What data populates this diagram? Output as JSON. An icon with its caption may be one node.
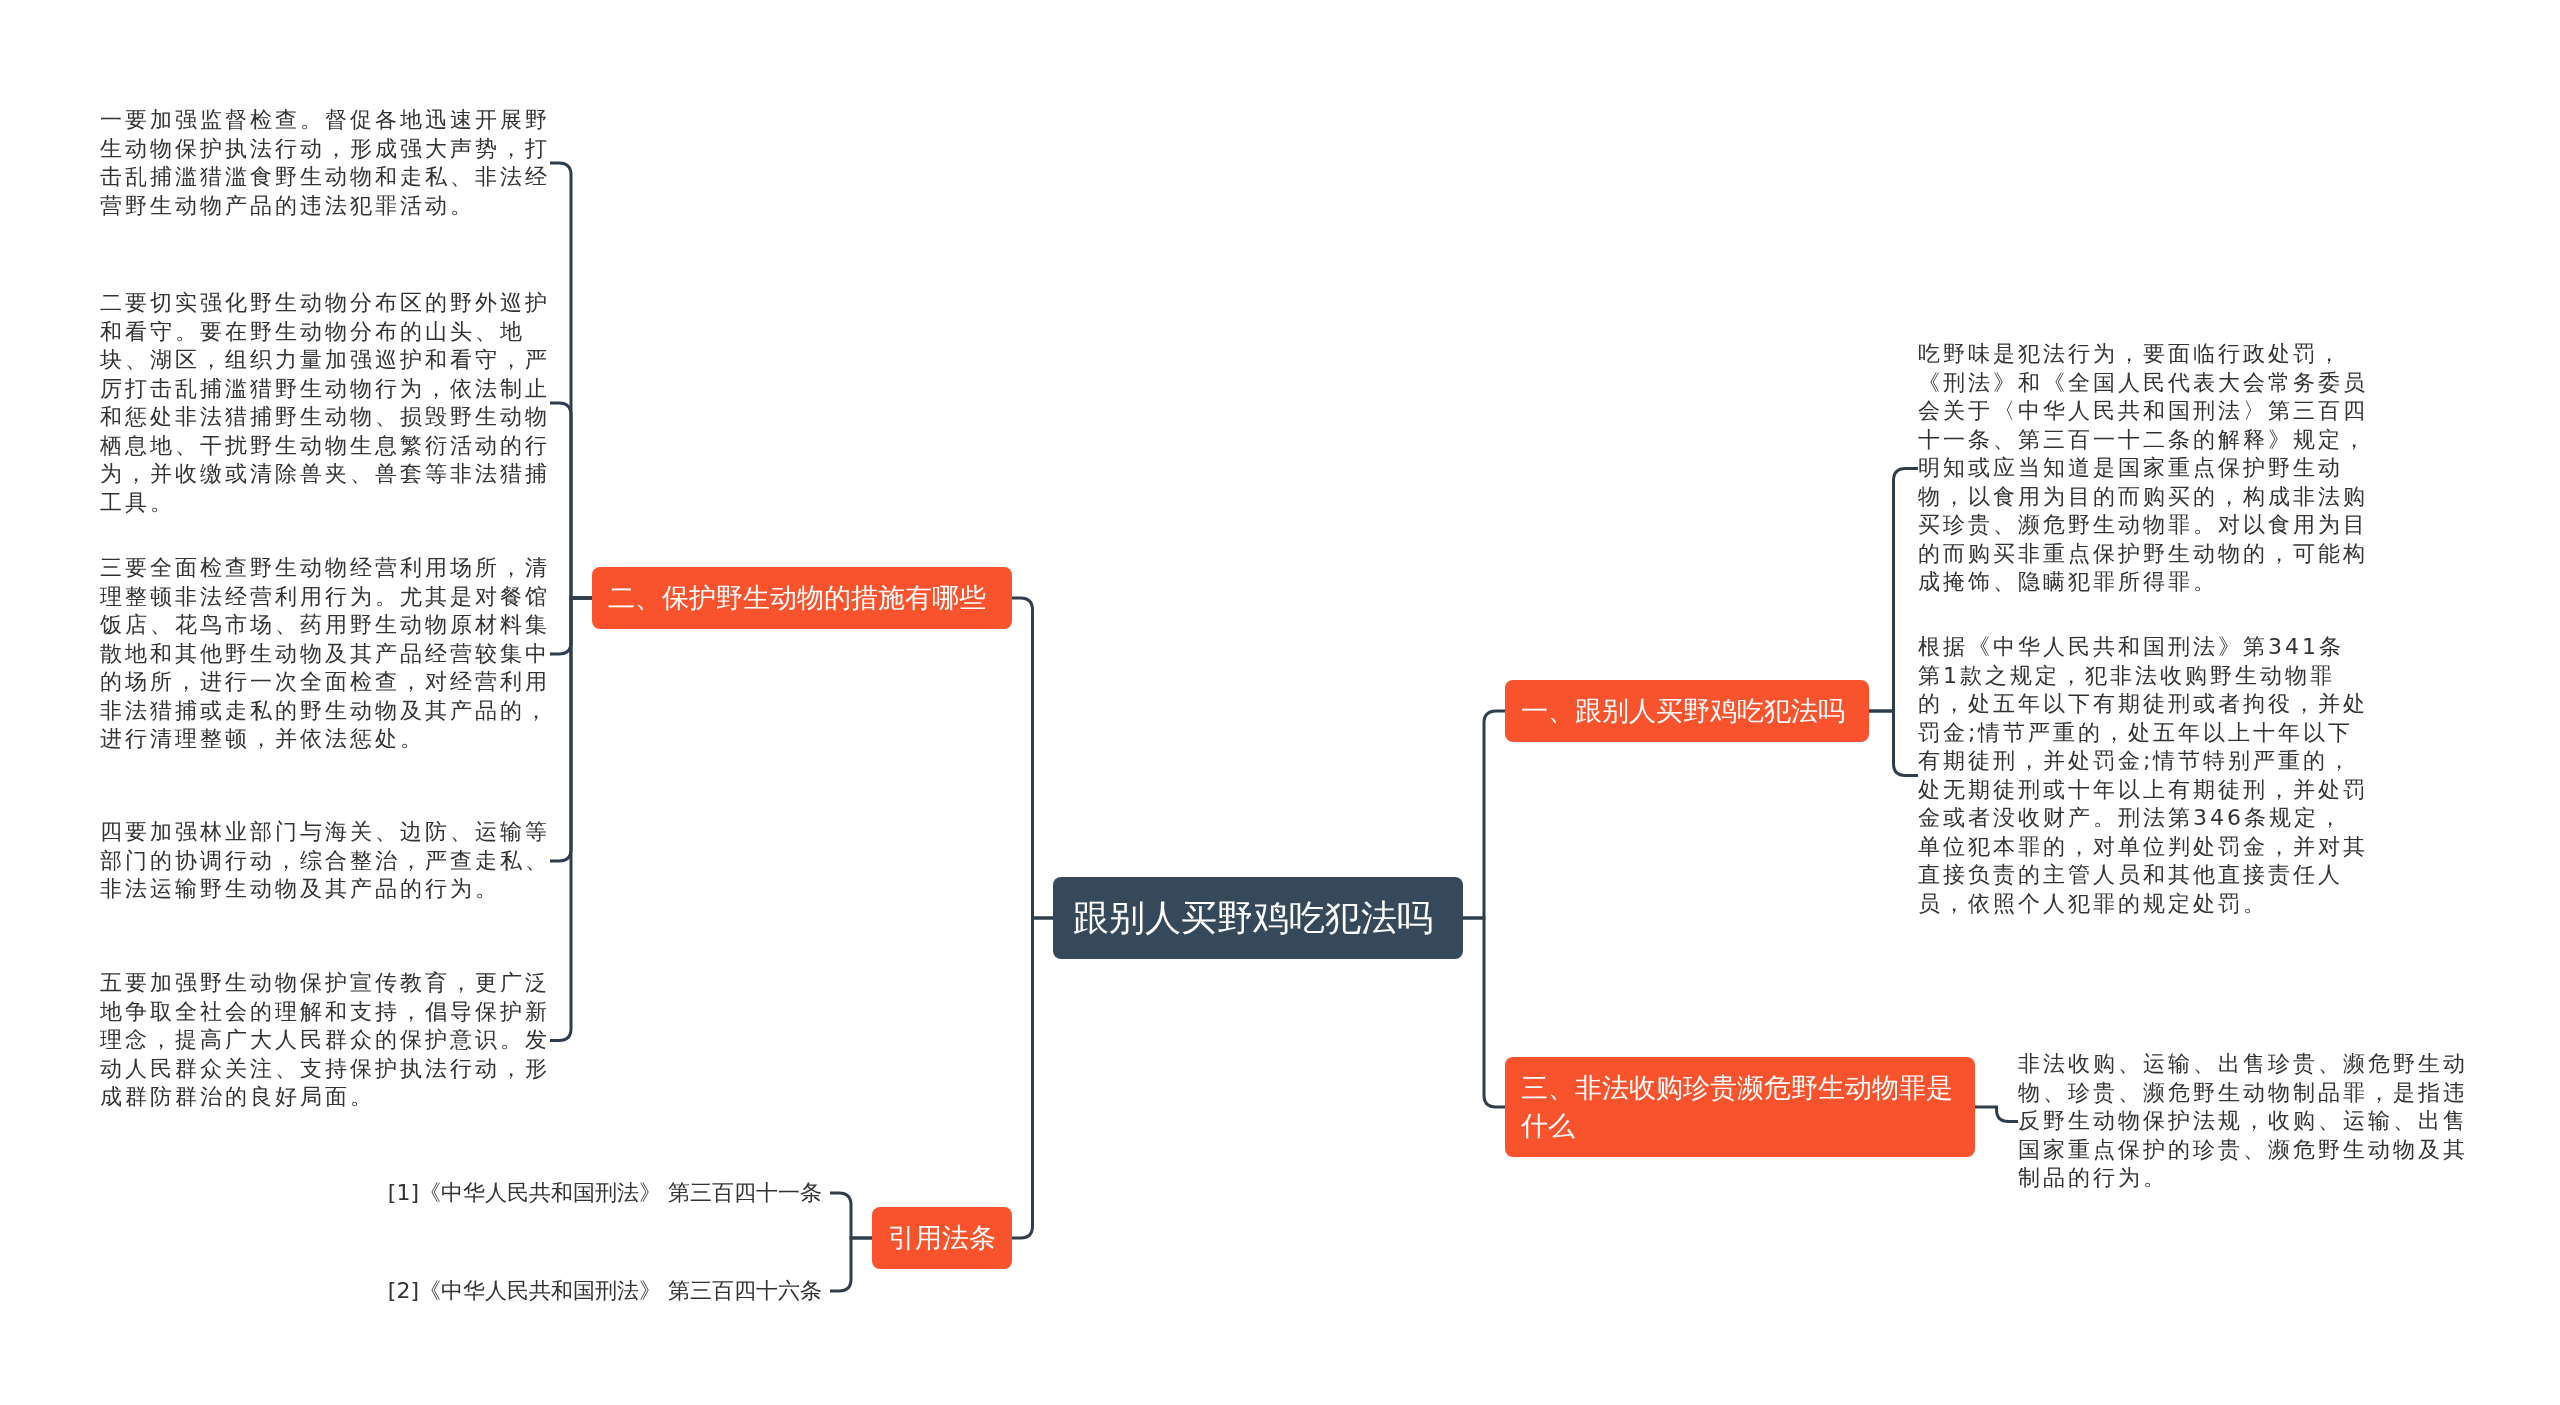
{
  "diagram": {
    "nodes": [
      {
        "text": [
          "跟别人买野鸡吃犯法吗"
        ]
      },
      {
        "text": [
          "一、跟别人买野鸡吃犯法吗"
        ]
      },
      {
        "text": [
          "吃野味是犯法行为，要面临行政处罚，《刑法》和《全国人民代表大会常务委员会关于〈中华人民共和国刑法〉第三百四十一条、第三百一十二条的解释》规定，明知或应当知道是国家重点保护野生动物，以食用为目的而购买的，构成非法购买珍贵、濒危野生动物罪。对以食用为目的而购买非重点保护野生动物的，可能构成掩饰、隐瞒犯罪所得罪。"
        ]
      },
      {
        "text": [
          "根据《中华人民共和国刑法》第341条第1款之规定，犯非法收购野生动物罪的，处五年以下有期徒刑或者拘役，并处罚金;情节严重的，处五年以上十年以下有期徒刑，并处罚金;情节特别严重的，处无期徒刑或十年以上有期徒刑，并处罚金或者没收财产。刑法第346条规定，单位犯本罪的，对单位判处罚金，并对其直接负责的主管人员和其他直接责任人员，依照个人犯罪的规定处罚。"
        ]
      },
      {
        "text": [
          "三、非法收购珍贵濒危野生动物罪是什么"
        ]
      },
      {
        "text": [
          "非法收购、运输、出售珍贵、濒危野生动物、珍贵、濒危野生动物制品罪，是指违反野生动物保护法规，收购、运输、出售国家重点保护的珍贵、濒危野生动物及其制品的行为。"
        ]
      },
      {
        "text": [
          "二、保护野生动物的措施有哪些"
        ]
      },
      {
        "text": [
          "一要加强监督检查。督促各地迅速开展野生动物保护执法行动，形成强大声势，打击乱捕滥猎滥食野生动物和走私、非法经营野生动物产品的违法犯罪活动。"
        ]
      },
      {
        "text": [
          "二要切实强化野生动物分布区的野外巡护和看守。要在野生动物分布的山头、地块、湖区，组织力量加强巡护和看守，严厉打击乱捕滥猎野生动物行为，依法制止和惩处非法猎捕野生动物、损毁野生动物栖息地、干扰野生动物生息繁衍活动的行为，并收缴或清除兽夹、兽套等非法猎捕工具。"
        ]
      },
      {
        "text": [
          "三要全面检查野生动物经营利用场所，清理整顿非法经营利用行为。尤其是对餐馆饭店、花鸟市场、药用野生动物原材料集散地和其他野生动物及其产品经营较集中的场所，进行一次全面检查，对经营利用非法猎捕或走私的野生动物及其产品的，进行清理整顿，并依法惩处。"
        ]
      },
      {
        "text": [
          "四要加强林业部门与海关、边防、运输等部门的协调行动，综合整治，严查走私、非法运输野生动物及其产品的行为。"
        ]
      },
      {
        "text": [
          "五要加强野生动物保护宣传教育，更广泛地争取全社会的理解和支持，倡导保护新理念，提高广大人民群众的保护意识。发动人民群众关注、支持保护执法行动，形成群防群治的良好局面。"
        ]
      },
      {
        "text": [
          "引用法条"
        ]
      },
      {
        "text": [
          "[1]《中华人民共和国刑法》 第三百四十一条"
        ]
      },
      {
        "text": [
          "[2]《中华人民共和国刑法》 第三百四十六条"
        ]
      }
    ],
    "edges": [
      {
        "from": 0,
        "to": 1,
        "arrow": "none"
      },
      {
        "from": 1,
        "to": 2,
        "arrow": "none"
      },
      {
        "from": 1,
        "to": 3,
        "arrow": "none"
      },
      {
        "from": 0,
        "to": 4,
        "arrow": "none"
      },
      {
        "from": 4,
        "to": 5,
        "arrow": "none"
      },
      {
        "from": 0,
        "to": 6,
        "arrow": "none"
      },
      {
        "from": 6,
        "to": 7,
        "arrow": "none"
      },
      {
        "from": 6,
        "to": 8,
        "arrow": "none"
      },
      {
        "from": 6,
        "to": 9,
        "arrow": "none"
      },
      {
        "from": 6,
        "to": 10,
        "arrow": "none"
      },
      {
        "from": 6,
        "to": 11,
        "arrow": "none"
      },
      {
        "from": 0,
        "to": 12,
        "arrow": "none"
      },
      {
        "from": 12,
        "to": 13,
        "arrow": "none"
      },
      {
        "from": 12,
        "to": 14,
        "arrow": "none"
      }
    ]
  }
}
